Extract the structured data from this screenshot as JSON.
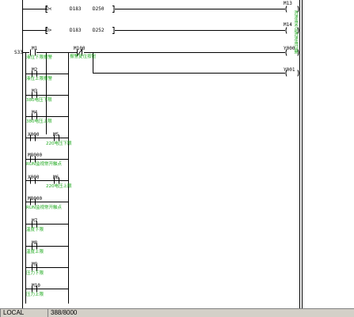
{
  "program": {
    "step": "S33",
    "top_rungs": [
      {
        "func": "D<",
        "op1": "D183",
        "op2": "D250",
        "coil": "M13",
        "coil_comment": "洗涤液不足"
      },
      {
        "func": "D>",
        "op1": "D183",
        "op2": "D252",
        "coil": "M14",
        "coil_comment": "洗涤液过量"
      }
    ],
    "main_rung": {
      "nc_contact": "M100",
      "nc_comment": "报警复位按钮",
      "coils": [
        "Y000",
        "Y001"
      ],
      "contacts": [
        {
          "name": "M1",
          "comment": "液位下限报警"
        },
        {
          "name": "M2",
          "comment": "液位上限报警"
        },
        {
          "name": "M3",
          "comment": "380电压下限"
        },
        {
          "name": "M4",
          "comment": "380电压上限"
        },
        {
          "name": "X000",
          "comment": "",
          "series": "M5",
          "series_comment": "220电压下限"
        },
        {
          "name": "M8000",
          "comment": "RUN监视常开触点"
        },
        {
          "name": "X000",
          "comment": "",
          "series": "M6",
          "series_comment": "220电压上限"
        },
        {
          "name": "M8000",
          "comment": "RUN监视常开触点"
        },
        {
          "name": "M7",
          "comment": "温度下限"
        },
        {
          "name": "M8",
          "comment": "温度上限"
        },
        {
          "name": "M9",
          "comment": "压力下限"
        },
        {
          "name": "M10",
          "comment": "压力上限"
        }
      ]
    }
  },
  "statusbar": {
    "mode": "LOCAL",
    "steps": "388/8000"
  }
}
